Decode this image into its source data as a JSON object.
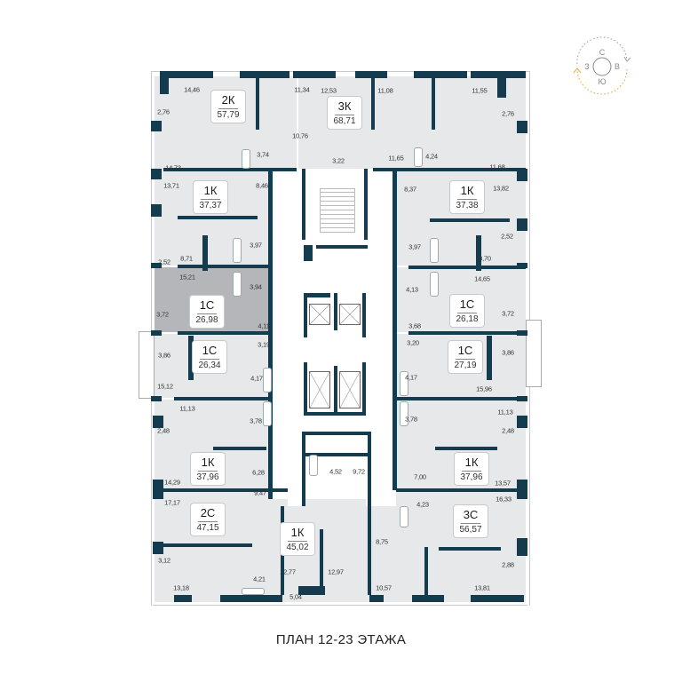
{
  "title": "ПЛАН 12-23 ЭТАЖА",
  "compass": {
    "north": "С",
    "south": "Ю",
    "west": "З",
    "east": "В",
    "accent_color": "#e0a030"
  },
  "colors": {
    "wall": "#153b4f",
    "room": "#e6e8ea",
    "selected_room": "#b4b6b9",
    "core": "#ffffff"
  },
  "apartments": [
    {
      "id": "a1",
      "type": "2К",
      "area": "57,79",
      "selected": false
    },
    {
      "id": "a2",
      "type": "3К",
      "area": "68,71",
      "selected": false
    },
    {
      "id": "a3",
      "type": "1К",
      "area": "37,37",
      "selected": false
    },
    {
      "id": "a4",
      "type": "1К",
      "area": "37,38",
      "selected": false
    },
    {
      "id": "a5",
      "type": "1С",
      "area": "26,98",
      "selected": true
    },
    {
      "id": "a6",
      "type": "1С",
      "area": "26,18",
      "selected": false
    },
    {
      "id": "a7",
      "type": "1С",
      "area": "26,34",
      "selected": false
    },
    {
      "id": "a8",
      "type": "1С",
      "area": "27,19",
      "selected": false
    },
    {
      "id": "a9",
      "type": "1К",
      "area": "37,96",
      "selected": false
    },
    {
      "id": "a10",
      "type": "1К",
      "area": "37,96",
      "selected": false
    },
    {
      "id": "a11",
      "type": "2С",
      "area": "47,15",
      "selected": false
    },
    {
      "id": "a12",
      "type": "1К",
      "area": "45,02",
      "selected": false
    },
    {
      "id": "a13",
      "type": "3С",
      "area": "56,57",
      "selected": false
    }
  ],
  "room_areas": [
    "14,46",
    "2,76",
    "11,34",
    "10,76",
    "3,74",
    "14,73",
    "12,53",
    "11,08",
    "11,55",
    "2,76",
    "3,22",
    "11,65",
    "4,24",
    "11,68",
    "13,71",
    "8,46",
    "3,97",
    "8,71",
    "2,52",
    "8,37",
    "13,82",
    "3,97",
    "2,52",
    "8,70",
    "15,21",
    "3,94",
    "3,72",
    "4,11",
    "4,13",
    "14,65",
    "3,72",
    "3,68",
    "3,86",
    "3,19",
    "4,17",
    "15,12",
    "3,20",
    "3,86",
    "4,17",
    "15,96",
    "11,13",
    "3,78",
    "2,48",
    "11,13",
    "3,78",
    "2,48",
    "6,28",
    "14,29",
    "9,47",
    "7,00",
    "13,57",
    "17,17",
    "3,12",
    "4,21",
    "13,18",
    "4,52",
    "9,72",
    "12,77",
    "12,97",
    "5,04",
    "4,23",
    "16,33",
    "8,75",
    "2,88",
    "10,57",
    "13,81"
  ]
}
